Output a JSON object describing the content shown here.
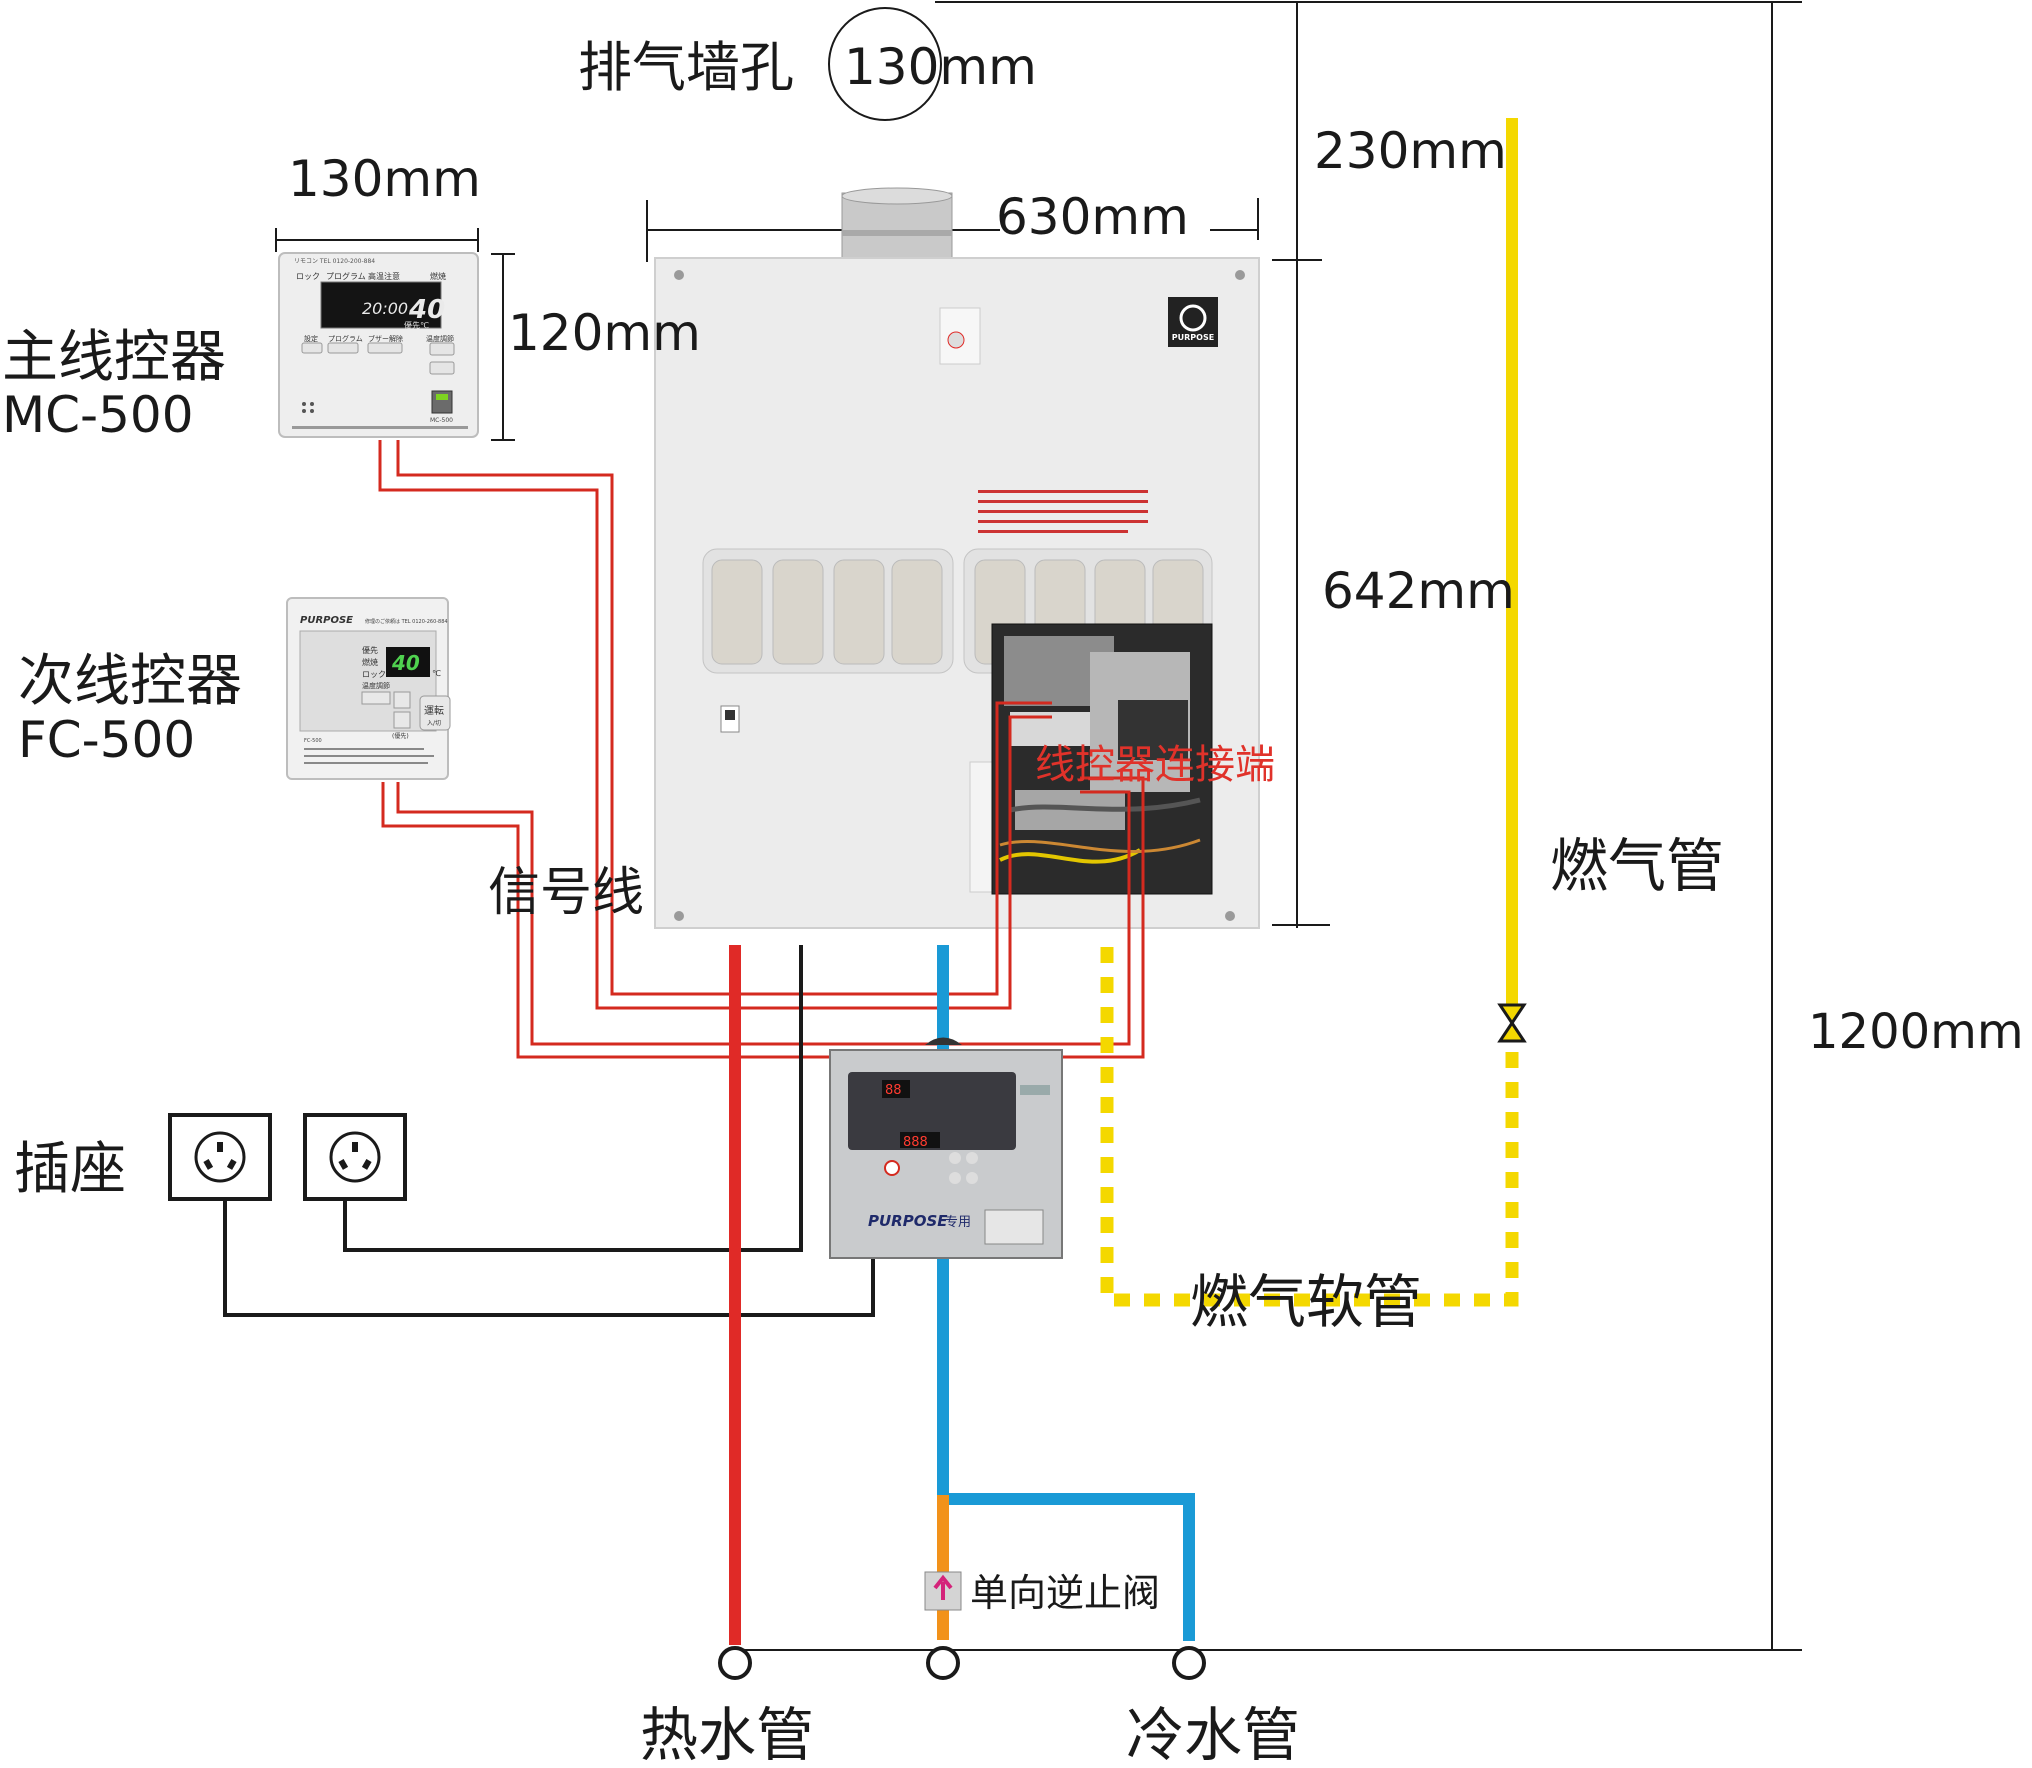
{
  "labels": {
    "exhaust_hole": "排气墙孔",
    "exhaust_size": "130mm",
    "main_ctrl_width": "130mm",
    "main_ctrl_height": "120mm",
    "main_ctrl_name": "主线控器",
    "main_ctrl_model": "MC-500",
    "sub_ctrl_name": "次线控器",
    "sub_ctrl_model": "FC-500",
    "heater_width": "630mm",
    "top_gap": "230mm",
    "heater_height": "642mm",
    "total_height": "1200mm",
    "gas_pipe": "燃气管",
    "gas_hose": "燃气软管",
    "signal_wire": "信号线",
    "controller_terminal": "线控器连接端",
    "socket": "插座",
    "check_valve": "单向逆止阀",
    "hot_water_pipe": "热水管",
    "cold_water_pipe": "冷水管"
  },
  "main_ctrl_panel": {
    "header": "リモコン  TEL 0120-200-884",
    "btn_lock": "ロック",
    "btn_program": "プログラム",
    "btn_temp_lock": "高温注意",
    "btn_power": "燃焼",
    "time": "20:00",
    "temp": "40",
    "priority": "優先℃",
    "btn_set": "設定",
    "btn_program2": "プログラム",
    "btn_buzzer": "ブザー解除",
    "btn_adjust": "温度調節",
    "model": "MC-500"
  },
  "sub_ctrl_panel": {
    "brand": "PURPOSE",
    "header": "修理のご依頼は TEL 0120-260-884",
    "ind1": "優先",
    "ind2": "燃焼",
    "ind3": "ロック",
    "temp": "40",
    "unit": "℃",
    "adjust": "温度調節",
    "run_button": "運転",
    "run_sub": "入/切",
    "priority": "(優先)",
    "model": "FC-500"
  },
  "heater": {
    "brand": "PURPOSE"
  },
  "box": {
    "brand": "PURPOSE",
    "suffix": "专用",
    "display1": "88",
    "display2": "888"
  },
  "colors": {
    "hot": "#e02a27",
    "cold": "#1a9ad6",
    "gas": "#f4d800",
    "wire_red": "#d42a1f",
    "black": "#1a1a1a",
    "valve_orange": "#f2921a",
    "terminal_text": "#e0322a"
  }
}
